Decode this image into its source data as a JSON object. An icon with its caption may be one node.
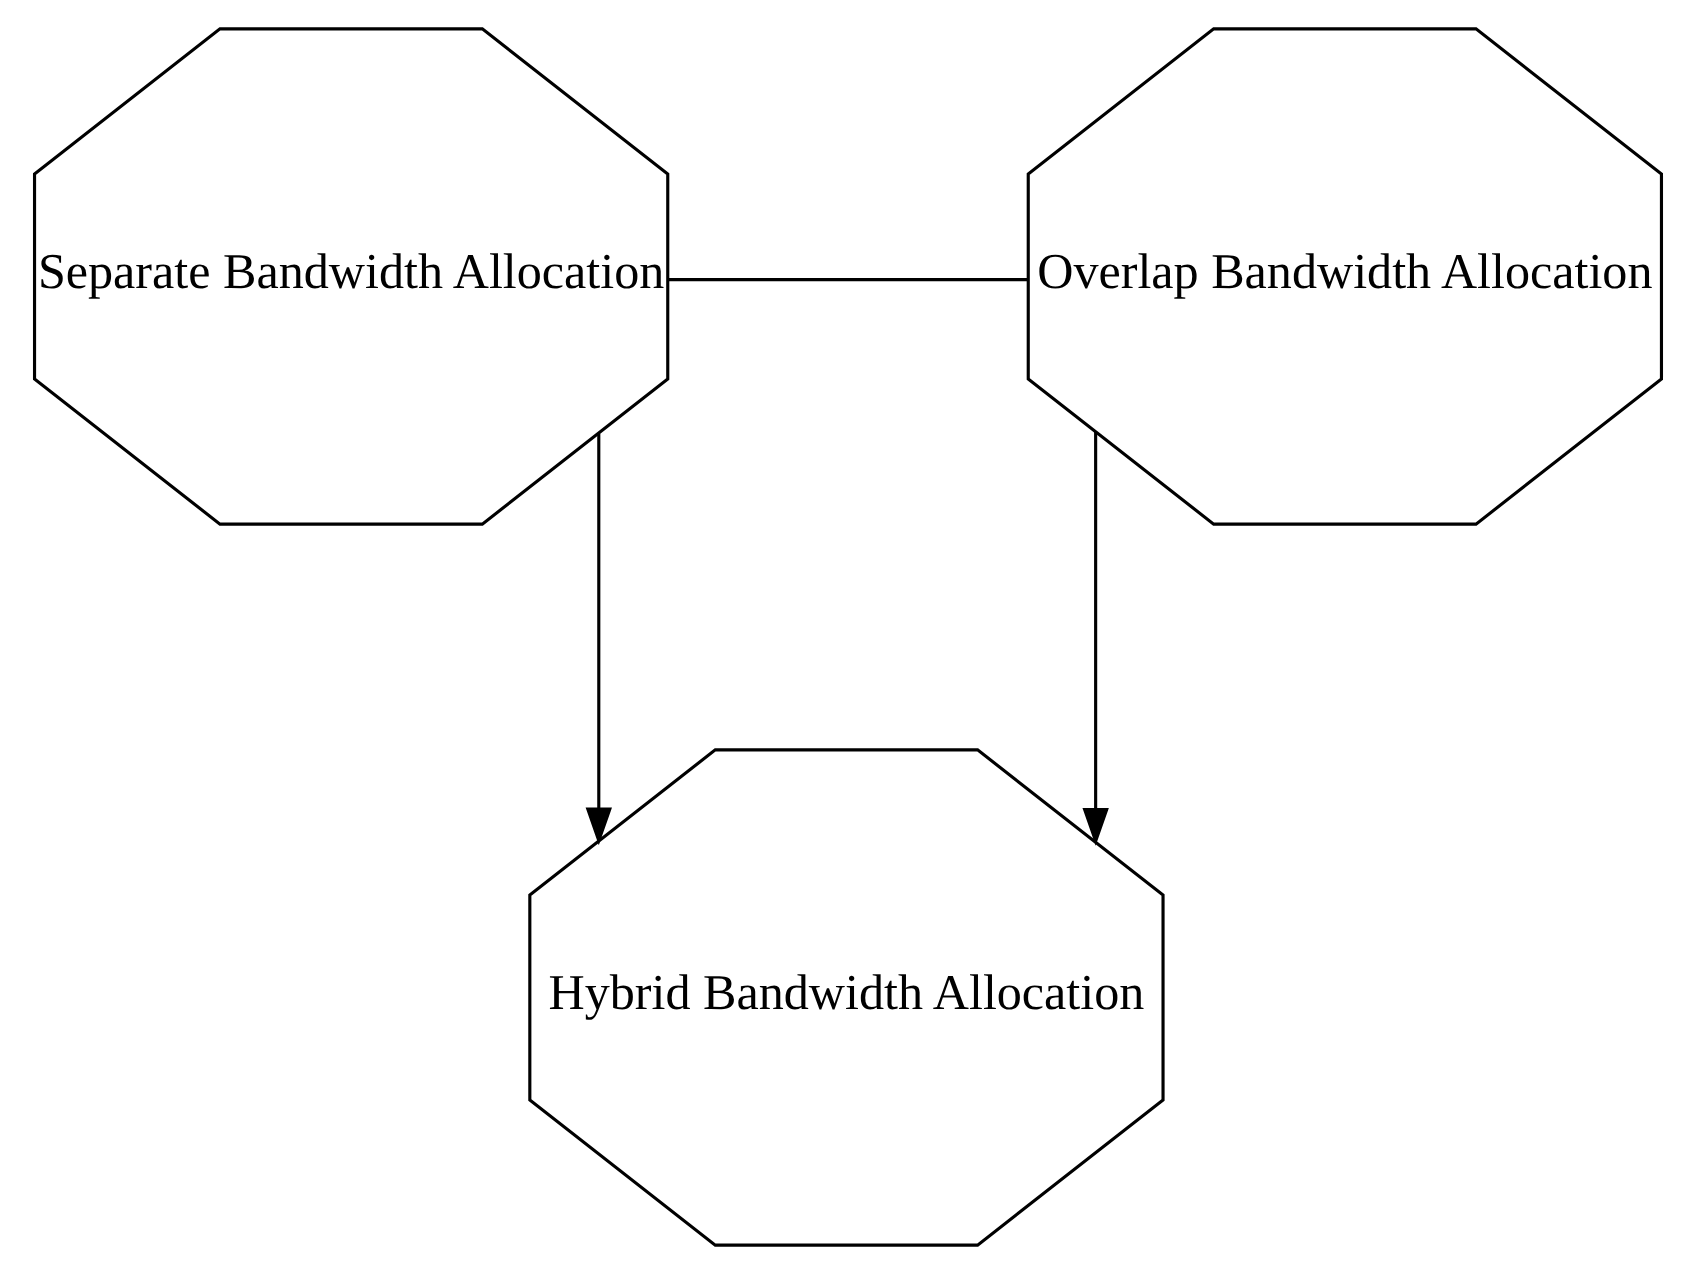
{
  "diagram": {
    "nodes": [
      {
        "text": [
          "Separate Bandwidth Allocation"
        ]
      },
      {
        "text": [
          "Overlap Bandwidth Allocation"
        ]
      },
      {
        "text": [
          "Hybrid Bandwidth Allocation"
        ]
      }
    ],
    "edges": [
      {
        "from": 0,
        "to": 1,
        "arrow": "none"
      },
      {
        "from": 0,
        "to": 2,
        "arrow": "to"
      },
      {
        "from": 1,
        "to": 2,
        "arrow": "to"
      }
    ]
  }
}
